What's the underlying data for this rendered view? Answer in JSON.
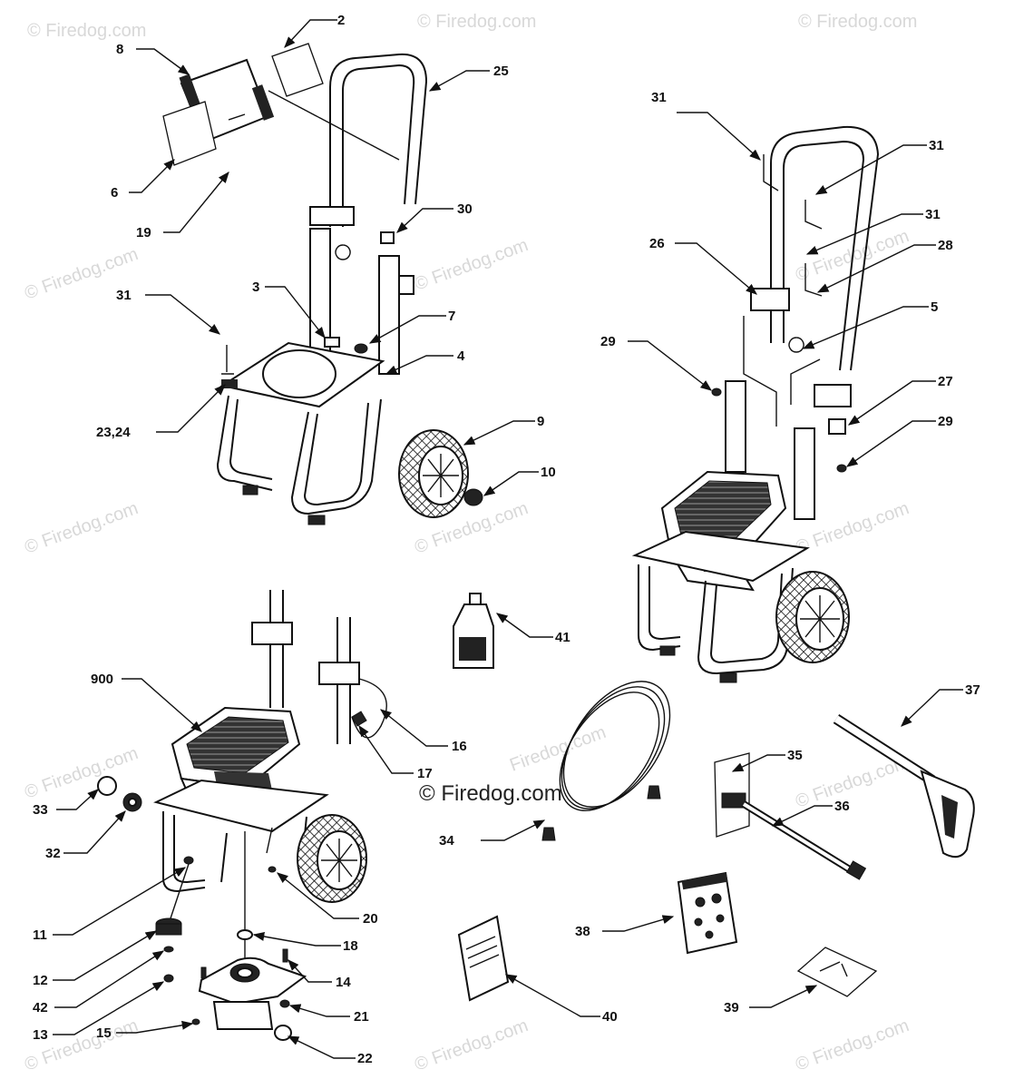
{
  "watermarks": {
    "main": "© Firedog.com",
    "tile": "© Firedog.com",
    "tile_alt": "Firedog.com"
  },
  "callouts": {
    "c2": "2",
    "c3": "3",
    "c4": "4",
    "c5": "5",
    "c6": "6",
    "c7": "7",
    "c8": "8",
    "c9": "9",
    "c10": "10",
    "c11": "11",
    "c12": "12",
    "c13": "13",
    "c14": "14",
    "c15": "15",
    "c16": "16",
    "c17": "17",
    "c18": "18",
    "c19": "19",
    "c20": "20",
    "c21": "21",
    "c22": "22",
    "c23_24": "23,24",
    "c25": "25",
    "c26": "26",
    "c27": "27",
    "c28": "28",
    "c29a": "29",
    "c29b": "29",
    "c30": "30",
    "c31a": "31",
    "c31b": "31",
    "c31c": "31",
    "c31d": "31",
    "c32": "32",
    "c33": "33",
    "c34": "34",
    "c35": "35",
    "c36": "36",
    "c37": "37",
    "c38": "38",
    "c39": "39",
    "c40": "40",
    "c41": "41",
    "c42": "42",
    "c900": "900"
  }
}
